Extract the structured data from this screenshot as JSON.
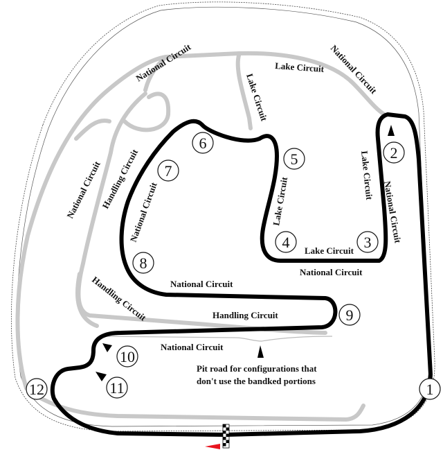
{
  "labels": {
    "national_top": "National Circuit",
    "lake_top": "Lake Circuit",
    "lake_inner_upper": "Lake Circuit",
    "national_upper_right": "National Circuit",
    "lake_right_vertical": "Lake Circuit",
    "national_right_vertical": "National Circuit",
    "lake_mid_vertical": "Lake Circuit",
    "lake_bottom_inner": "Lake Circuit",
    "national_bottom_right": "National Circuit",
    "national_left_outer": "National Circuit",
    "handling_upper_left": "Handling Circuit",
    "national_left_inner": "National Circuit",
    "handling_lower_left": "Handling Circuit",
    "national_center": "National Circuit",
    "handling_center": "Handling Circuit",
    "national_lower": "National Circuit"
  },
  "pit_note": {
    "line1": "Pit road for configurations that",
    "line2": "don't use the bandked portions"
  },
  "turns": [
    "1",
    "2",
    "3",
    "4",
    "5",
    "6",
    "7",
    "8",
    "9",
    "10",
    "11",
    "12"
  ],
  "colors": {
    "main_track": "#000000",
    "alternate_roads": "#c8c8c8",
    "start_flag": "#e8141e"
  }
}
